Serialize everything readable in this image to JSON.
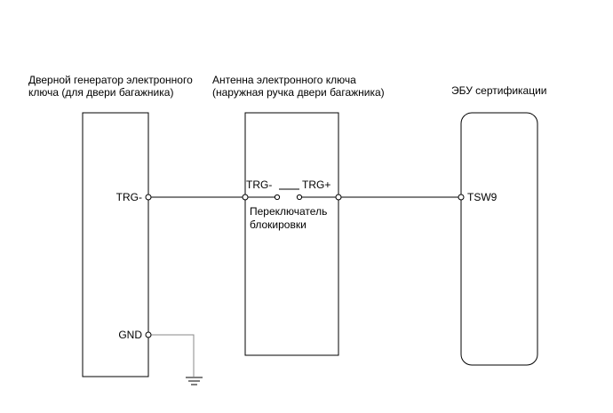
{
  "components": {
    "generator": {
      "title_line1": "Дверной генератор электронного",
      "title_line2": "ключа (для двери багажника)",
      "pin_trg": "TRG-",
      "pin_gnd": "GND"
    },
    "antenna": {
      "title_line1": "Антенна электронного ключа",
      "title_line2": "(наружная ручка двери багажника)",
      "pin_trg_minus": "TRG-",
      "pin_trg_plus": "TRG+",
      "switch_line1": "Переключатель",
      "switch_line2": "блокировки"
    },
    "ecu": {
      "title": "ЭБУ сертификации",
      "pin_tsw9": "TSW9"
    }
  }
}
